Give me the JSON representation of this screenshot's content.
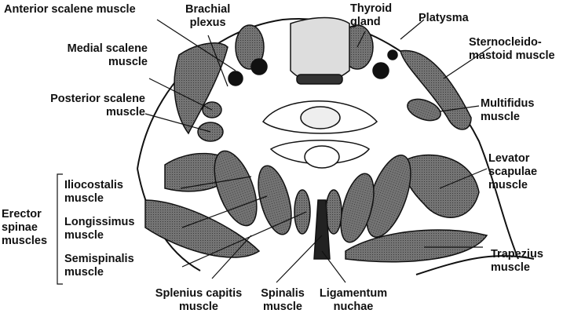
{
  "diagram": {
    "labels": {
      "anterior_scalene": "Anterior scalene muscle",
      "brachial_plexus_1": "Brachial",
      "brachial_plexus_2": "plexus",
      "thyroid_1": "Thyroid",
      "thyroid_2": "gland",
      "platysma": "Platysma",
      "scm_1": "Sternocleido-",
      "scm_2": "mastoid muscle",
      "medial_scalene_1": "Medial scalene",
      "medial_scalene_2": "muscle",
      "posterior_scalene_1": "Posterior scalene",
      "posterior_scalene_2": "muscle",
      "multifidus_1": "Multifidus",
      "multifidus_2": "muscle",
      "levator_1": "Levator",
      "levator_2": "scapulae",
      "levator_3": "muscle",
      "iliocostalis_1": "Iliocostalis",
      "iliocostalis_2": "muscle",
      "longissimus_1": "Longissimus",
      "longissimus_2": "muscle",
      "semispinalis_1": "Semispinalis",
      "semispinalis_2": "muscle",
      "erector_1": "Erector",
      "erector_2": "spinae",
      "erector_3": "muscles",
      "trapezius_1": "Trapezius",
      "trapezius_2": "muscle",
      "splenius_1": "Splenius capitis",
      "splenius_2": "muscle",
      "spinalis_1": "Spinalis",
      "spinalis_2": "muscle",
      "ligamentum_1": "Ligamentum",
      "ligamentum_2": "nuchae"
    },
    "colors": {
      "muscle": "#6e6e6e",
      "outline": "#111111",
      "bone": "#ffffff"
    }
  }
}
